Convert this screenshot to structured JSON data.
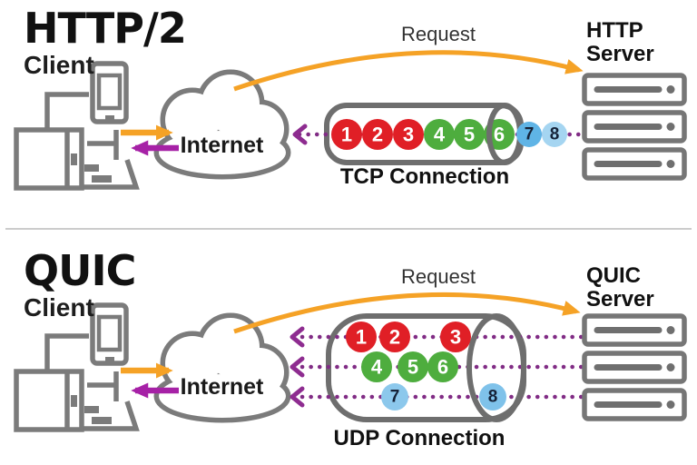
{
  "sections": [
    {
      "protocol": "HTTP/2",
      "client_label": "Client",
      "internet_label": "Internet",
      "request_label": "Request",
      "server_line1": "HTTP",
      "server_line2": "Server",
      "connection_label": "TCP Connection",
      "packets": [
        {
          "n": "1",
          "color": "#E01F26",
          "text_color": "#ffffff"
        },
        {
          "n": "2",
          "color": "#E01F26",
          "text_color": "#ffffff"
        },
        {
          "n": "3",
          "color": "#E01F26",
          "text_color": "#ffffff"
        },
        {
          "n": "4",
          "color": "#4EAD3E",
          "text_color": "#ffffff"
        },
        {
          "n": "5",
          "color": "#4EAD3E",
          "text_color": "#ffffff"
        },
        {
          "n": "6",
          "color": "#4EAD3E",
          "text_color": "#ffffff"
        },
        {
          "n": "7",
          "color": "#5FB4E6",
          "text_color": "#152238"
        },
        {
          "n": "8",
          "color": "#A5D5F1",
          "text_color": "#152238"
        }
      ]
    },
    {
      "protocol": "QUIC",
      "client_label": "Client",
      "internet_label": "Internet",
      "request_label": "Request",
      "server_line1": "QUIC",
      "server_line2": "Server",
      "connection_label": "UDP Connection",
      "packets": [
        {
          "n": "1",
          "color": "#E01F26",
          "text_color": "#ffffff"
        },
        {
          "n": "2",
          "color": "#E01F26",
          "text_color": "#ffffff"
        },
        {
          "n": "3",
          "color": "#E01F26",
          "text_color": "#ffffff"
        },
        {
          "n": "4",
          "color": "#4EAD3E",
          "text_color": "#ffffff"
        },
        {
          "n": "5",
          "color": "#4EAD3E",
          "text_color": "#ffffff"
        },
        {
          "n": "6",
          "color": "#4EAD3E",
          "text_color": "#ffffff"
        },
        {
          "n": "7",
          "color": "#8CC8EC",
          "text_color": "#152238"
        },
        {
          "n": "8",
          "color": "#7FC2EA",
          "text_color": "#152238"
        }
      ]
    }
  ],
  "colors": {
    "request_arrow_orange": "#F5A226",
    "response_arrow_purple": "#A621A6",
    "packet_stream_dotted_purple": "#812C85",
    "packet_red": "#E01F26",
    "packet_green": "#4EAD3E",
    "packet_blue_light": "#A5D5F1",
    "packet_blue_medium": "#5FB4E6",
    "outline_gray": "#7b7b7b",
    "tube_gray": "#6e6e6e",
    "divider_gray": "#cccccc",
    "text_black": "#111111"
  },
  "icons": {
    "cloud": "internet-cloud-icon",
    "phone": "smartphone-icon",
    "desktop": "desktop-icon",
    "laptop": "laptop-icon",
    "server": "server-rack-icon",
    "right_arrow": "request-arrow-icon",
    "left_arrow": "response-arrow-icon",
    "dotted_arrow": "packet-stream-arrow-icon"
  }
}
